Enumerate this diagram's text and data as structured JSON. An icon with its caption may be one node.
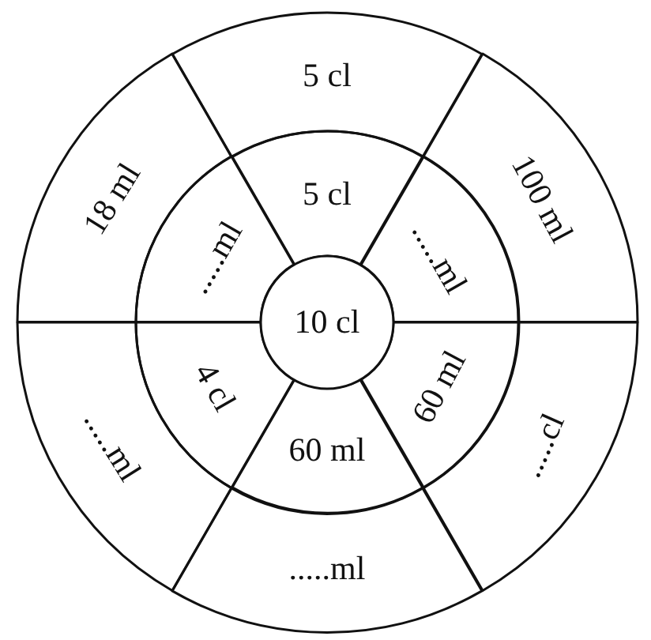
{
  "diagram": {
    "nodes": [
      {
        "text": [
          "10 cl"
        ]
      },
      {
        "text": [
          "5 cl"
        ]
      },
      {
        "text": [
          ".....ml"
        ]
      },
      {
        "text": [
          "60 ml"
        ]
      },
      {
        "text": [
          "60 ml"
        ]
      },
      {
        "text": [
          "4 cl"
        ]
      },
      {
        "text": [
          ".....ml"
        ]
      },
      {
        "text": [
          "5 cl"
        ]
      },
      {
        "text": [
          "100 ml"
        ]
      },
      {
        "text": [
          ".....cl"
        ]
      },
      {
        "text": [
          ".....ml"
        ]
      },
      {
        "text": [
          ".....ml"
        ]
      },
      {
        "text": [
          "18 ml"
        ]
      }
    ]
  }
}
